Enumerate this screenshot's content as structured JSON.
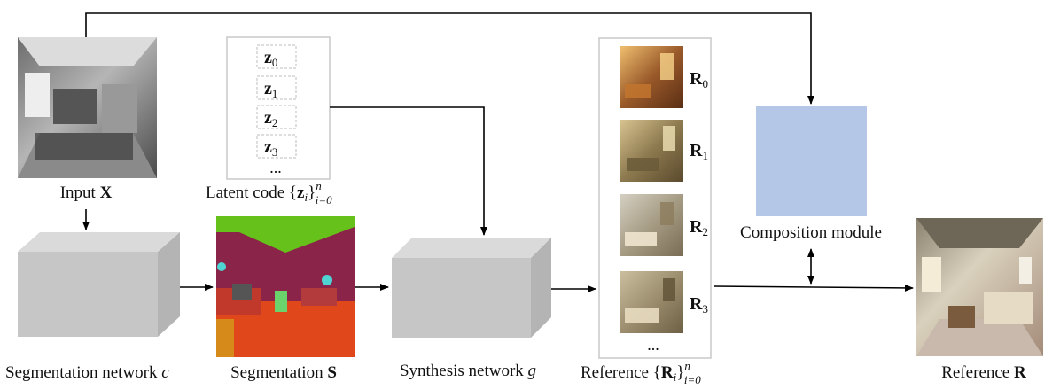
{
  "labels": {
    "input": {
      "text": "Input ",
      "symbol": "X"
    },
    "latent": {
      "text": "Latent code ",
      "open": "{",
      "sym": "z",
      "sub": "i",
      "close": "}",
      "sup": "n",
      "lower": "i=0"
    },
    "segnet": {
      "text": "Segmentation network ",
      "var": "c"
    },
    "segmentation": {
      "text": "Segmentation ",
      "symbol": "S"
    },
    "synthnet": {
      "text": "Synthesis network ",
      "var": "g"
    },
    "reference_set": {
      "text": "Reference ",
      "open": "{",
      "sym": "R",
      "sub": "i",
      "close": "}",
      "sup": "n",
      "lower": "i=0"
    },
    "composition": "Composition module",
    "reference_out": {
      "text": "Reference ",
      "symbol": "R"
    }
  },
  "latent_codes": [
    {
      "sym": "z",
      "sub": "0"
    },
    {
      "sym": "z",
      "sub": "1"
    },
    {
      "sym": "z",
      "sub": "2"
    },
    {
      "sym": "z",
      "sub": "3"
    }
  ],
  "latent_more": "...",
  "references": [
    {
      "sym": "R",
      "sub": "0"
    },
    {
      "sym": "R",
      "sub": "1"
    },
    {
      "sym": "R",
      "sub": "2"
    },
    {
      "sym": "R",
      "sub": "3"
    }
  ],
  "references_more": "...",
  "colors": {
    "block_front": "#c6c6c6",
    "block_top": "#dadada",
    "block_side": "#b4b4b4",
    "composition": "#b4c7e7",
    "arrow": "#000000",
    "panel_border": "#c8c8c8"
  }
}
